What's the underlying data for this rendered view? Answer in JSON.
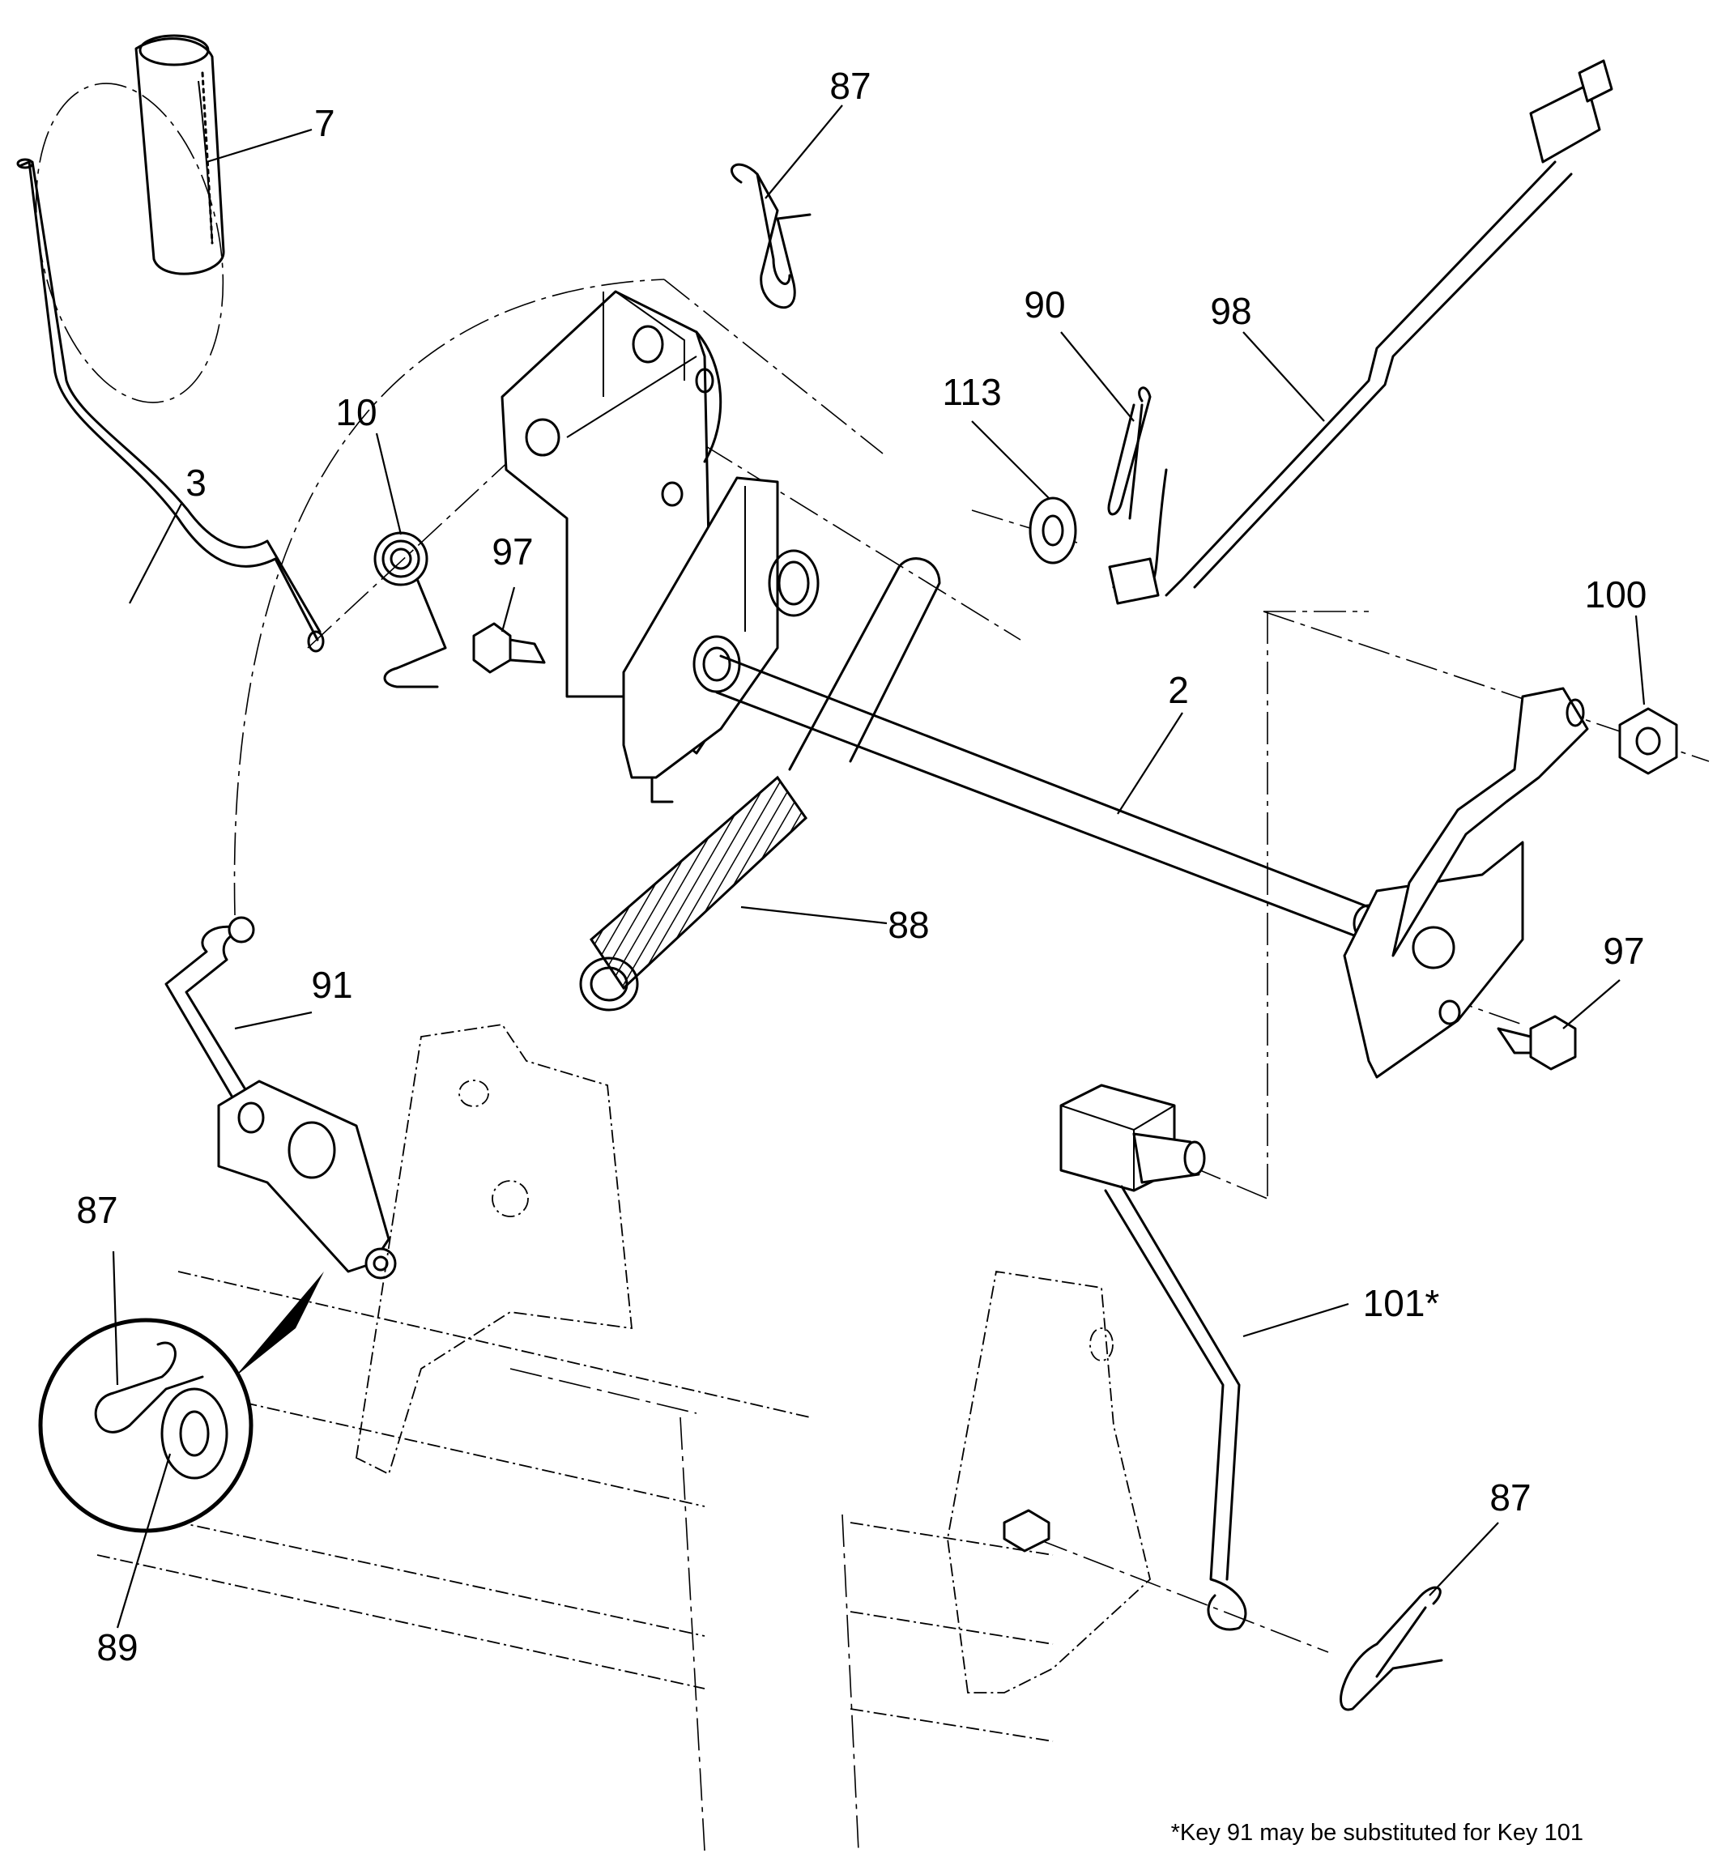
{
  "diagram": {
    "callouts": [
      {
        "id": "c7",
        "text": "7"
      },
      {
        "id": "c87a",
        "text": "87"
      },
      {
        "id": "c10",
        "text": "10"
      },
      {
        "id": "c3",
        "text": "3"
      },
      {
        "id": "c97a",
        "text": "97"
      },
      {
        "id": "c90",
        "text": "90"
      },
      {
        "id": "c98",
        "text": "98"
      },
      {
        "id": "c113",
        "text": "113"
      },
      {
        "id": "c100",
        "text": "100"
      },
      {
        "id": "c2",
        "text": "2"
      },
      {
        "id": "c88",
        "text": "88"
      },
      {
        "id": "c91",
        "text": "91"
      },
      {
        "id": "c97b",
        "text": "97"
      },
      {
        "id": "c87b",
        "text": "87"
      },
      {
        "id": "c89",
        "text": "89"
      },
      {
        "id": "c101",
        "text": "101*"
      },
      {
        "id": "c87c",
        "text": "87"
      }
    ],
    "footnote": "*Key 91 may be substituted for Key 101"
  }
}
